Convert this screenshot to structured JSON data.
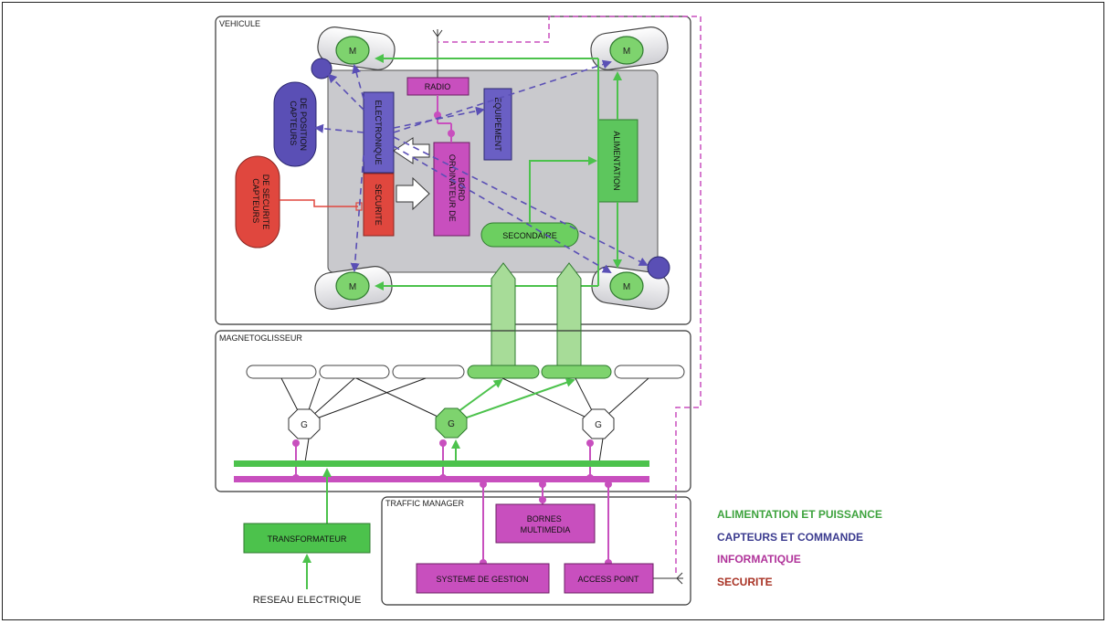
{
  "sections": {
    "vehicule": "VEHICULE",
    "magneto": "MAGNETOGLISSEUR",
    "traffic": "TRAFFIC MANAGER"
  },
  "vehicle": {
    "motor_label": "M",
    "radio": "RADIO",
    "capteurs_position": [
      "CAPTEURS",
      "DE POSITION"
    ],
    "capteurs_securite": [
      "CAPTEURS",
      "DE SECURITE"
    ],
    "electronique": "ELECTRONIQUE",
    "securite": "SECURITE",
    "ordinateur": [
      "ORDINATEUR DE",
      "BORD"
    ],
    "equipement": "EQUIPEMENT",
    "alimentation": "ALIMENTATION",
    "secondaire": "SECONDAIRE"
  },
  "magneto": {
    "generator_label": "G"
  },
  "traffic": {
    "bornes": [
      "BORNES",
      "MULTIMEDIA"
    ],
    "systeme": "SYSTEME DE GESTION",
    "access_point": "ACCESS POINT"
  },
  "power": {
    "transformateur": "TRANSFORMATEUR",
    "reseau": "RESEAU ELECTRIQUE"
  },
  "legend": [
    {
      "label": "ALIMENTATION ET PUISSANCE",
      "color": "#3ea33e"
    },
    {
      "label": "CAPTEURS ET COMMANDE",
      "color": "#3b3b8f"
    },
    {
      "label": "INFORMATIQUE",
      "color": "#b0339a"
    },
    {
      "label": "SECURITE",
      "color": "#a83224"
    }
  ],
  "colors": {
    "green": "#4cc24c",
    "light_green": "#a7dc98",
    "blue": "#5a4fb5",
    "magenta": "#c84fbe",
    "red": "#e0473e",
    "gray": "#c9c9cd"
  }
}
